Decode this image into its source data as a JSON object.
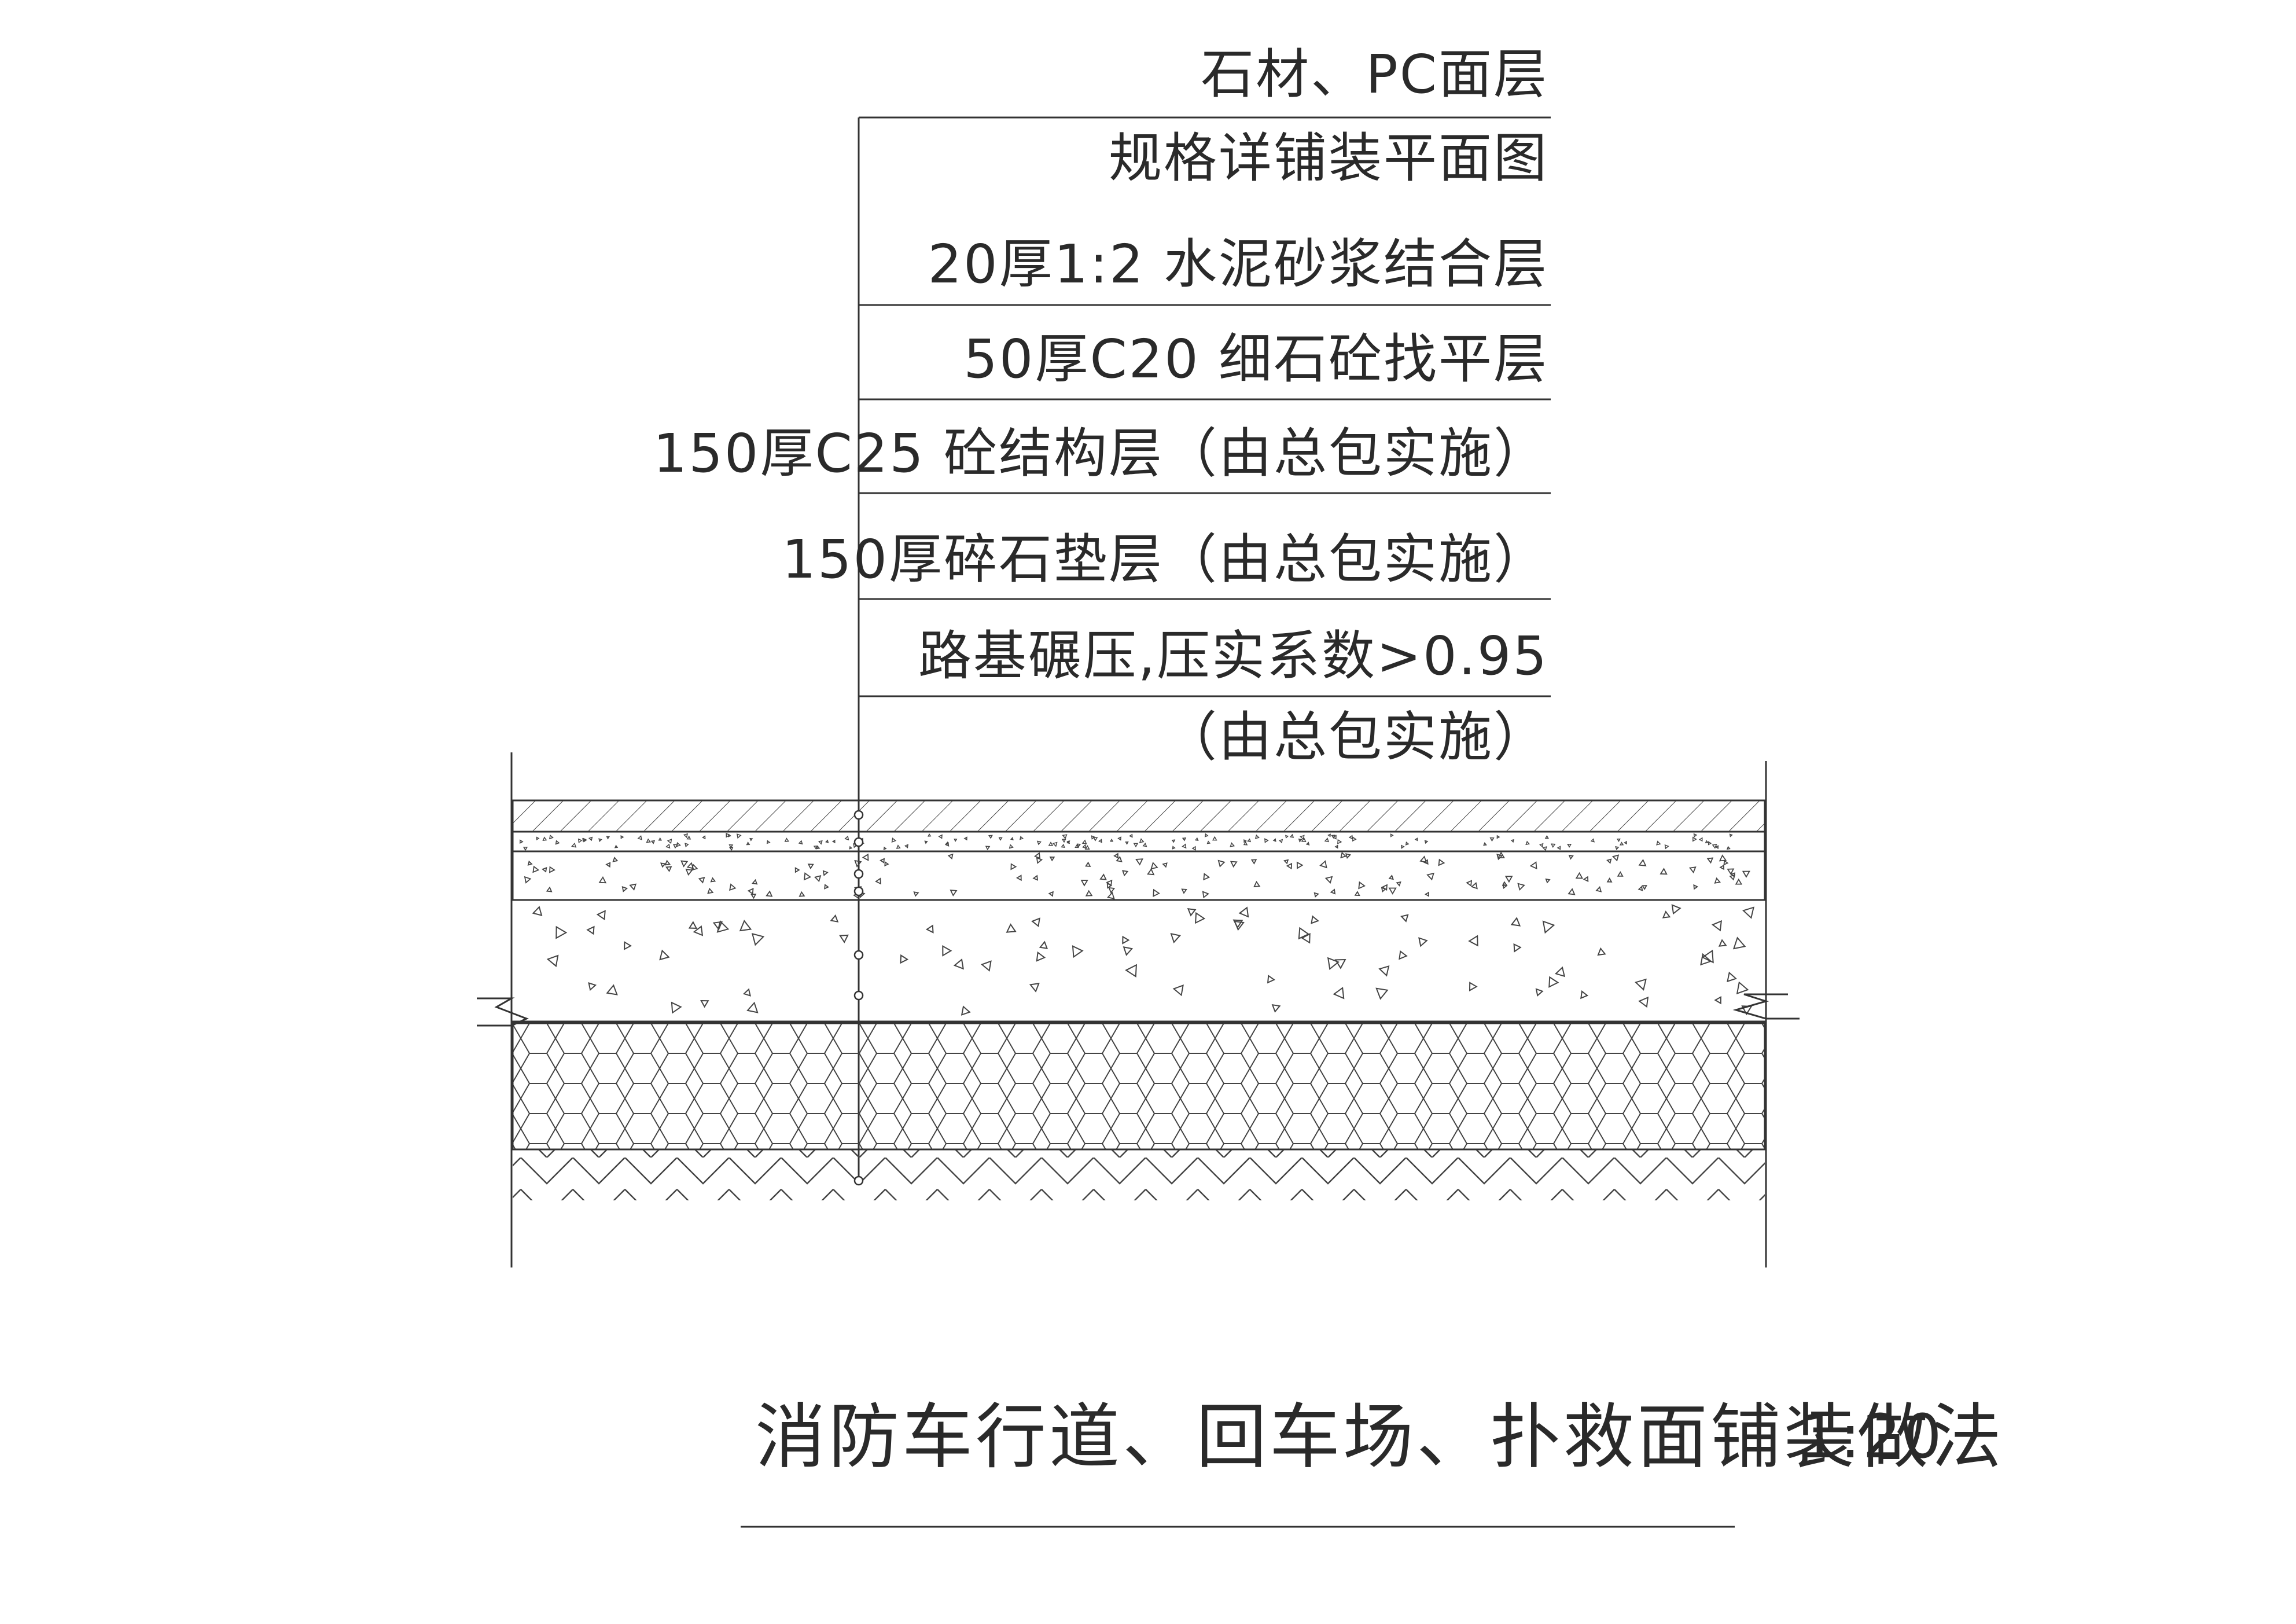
{
  "layers": [
    {
      "lines": [
        "石材、PC面层",
        "规格详铺装平面图"
      ]
    },
    {
      "lines": [
        "20厚1:2 水泥砂浆结合层"
      ]
    },
    {
      "lines": [
        "50厚C20 细石砼找平层"
      ]
    },
    {
      "lines": [
        "150厚C25 砼结构层（由总包实施）"
      ]
    },
    {
      "lines": [
        "150厚碎石垫层（由总包实施）"
      ]
    },
    {
      "lines": [
        "路基碾压,压实系数>0.95",
        "（由总包实施）"
      ]
    }
  ],
  "title": "消防车行道、回车场、扑救面铺装做法",
  "scale": "1:20"
}
